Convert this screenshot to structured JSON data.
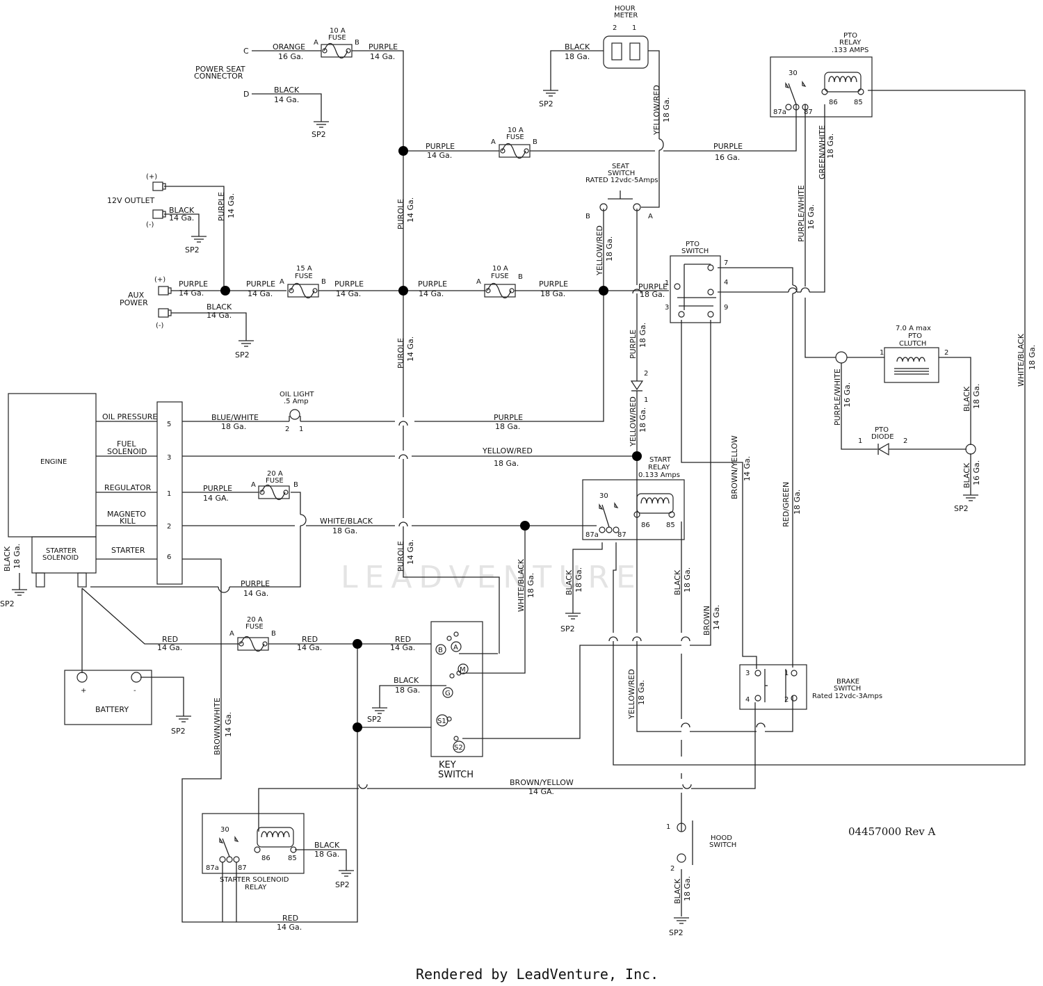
{
  "watermark": "LEADVENTURE",
  "footer": "Rendered by LeadVenture, Inc.",
  "part_number": "04457000 Rev A",
  "wire_gauges": {
    "g14": "14 Ga.",
    "g16": "16 Ga.",
    "g18": "18 Ga.",
    "g14u": "14 GA."
  },
  "wire_colors": {
    "orange": "ORANGE",
    "purple": "PURPLE",
    "purole": "PUROLE",
    "black": "BLACK",
    "blue_white": "BLUE/WHITE",
    "yellow_red": "YELLOW/RED",
    "white_black": "WHITE/BLACK",
    "red": "RED",
    "brown_white": "BROWN/WHITE",
    "brown_yellow": "BROWN/YELLOW",
    "brown": "BROWN",
    "red_green": "RED/GREEN",
    "purple_white": "PURPLE/WHITE",
    "green_white": "GREEN/WHITE"
  },
  "components": {
    "power_seat": {
      "label": "POWER SEAT CONNECTOR",
      "line1": "POWER SEAT",
      "line2": "CONNECTOR",
      "pin_c": "C",
      "pin_d": "D"
    },
    "fuse10": {
      "rating": "10 A",
      "name": "FUSE"
    },
    "fuse15": {
      "rating": "15 A"
    },
    "fuse20": {
      "rating": "20 A"
    },
    "pin_a": "A",
    "pin_b": "B",
    "hour_meter": {
      "line1": "HOUR",
      "line2": "METER",
      "pin2": "2",
      "pin1": "1"
    },
    "pto_relay": {
      "line1": "PTO",
      "line2": "RELAY",
      "rating": ".133 AMPS"
    },
    "relay_pins": {
      "p30": "30",
      "p87a": "87a",
      "p87": "87",
      "p86": "86",
      "p85": "85"
    },
    "ground": "SP2",
    "outlet": {
      "label": "12V OUTLET",
      "pos": "(+)",
      "neg": "(-)"
    },
    "aux": {
      "line1": "AUX",
      "line2": "POWER"
    },
    "seat_switch": {
      "line1": "SEAT",
      "line2": "SWITCH",
      "rating": "RATED 12vdc-5Amps"
    },
    "pto_switch": {
      "line1": "PTO",
      "line2": "SWITCH",
      "p1": "1",
      "p3": "3",
      "p7": "7",
      "p4": "4",
      "p9": "9"
    },
    "pto_clutch": {
      "rating": "7.0 A max",
      "line1": "PTO",
      "line2": "CLUTCH",
      "p1": "1",
      "p2": "2"
    },
    "pto_diode": {
      "line1": "PTO",
      "line2": "DIODE",
      "p1": "1",
      "p2": "2"
    },
    "diode_pin1": "1",
    "diode_pin2": "2",
    "engine": {
      "label": "ENGINE",
      "starter_solenoid": {
        "line1": "STARTER",
        "line2": "SOLENOID"
      },
      "oil_pressure": "OIL PRESSURE",
      "fuel_solenoid": {
        "line1": "FUEL",
        "line2": "SOLENOID"
      },
      "regulator": "REGULATOR",
      "magneto_kill": {
        "line1": "MAGNETO",
        "line2": "KILL"
      },
      "starter": "STARTER",
      "pins": [
        "5",
        "3",
        "1",
        "2",
        "6"
      ]
    },
    "oil_light": {
      "line1": "OIL LIGHT",
      "line2": ".5 Amp",
      "p2": "2",
      "p1": "1"
    },
    "start_relay": {
      "line1": "START",
      "line2": "RELAY",
      "rating": "0.133 Amps"
    },
    "battery": {
      "label": "BATTERY",
      "pos": "+",
      "neg": "-"
    },
    "key_switch": {
      "line1": "KEY",
      "line2": "SWITCH",
      "terms": [
        "B",
        "A",
        "M",
        "G",
        "S1",
        "S2"
      ]
    },
    "brake_switch": {
      "line1": "BRAKE",
      "line2": "SWITCH",
      "rating": "Rated 12vdc-3Amps",
      "p3": "3",
      "p1": "1",
      "p4": "4",
      "p2": "2"
    },
    "starter_solenoid_relay": {
      "line1": "STARTER SOLENOID",
      "line2": "RELAY"
    },
    "hood_switch": {
      "line1": "HOOD",
      "line2": "SWITCH",
      "p1": "1",
      "p2": "2"
    }
  }
}
